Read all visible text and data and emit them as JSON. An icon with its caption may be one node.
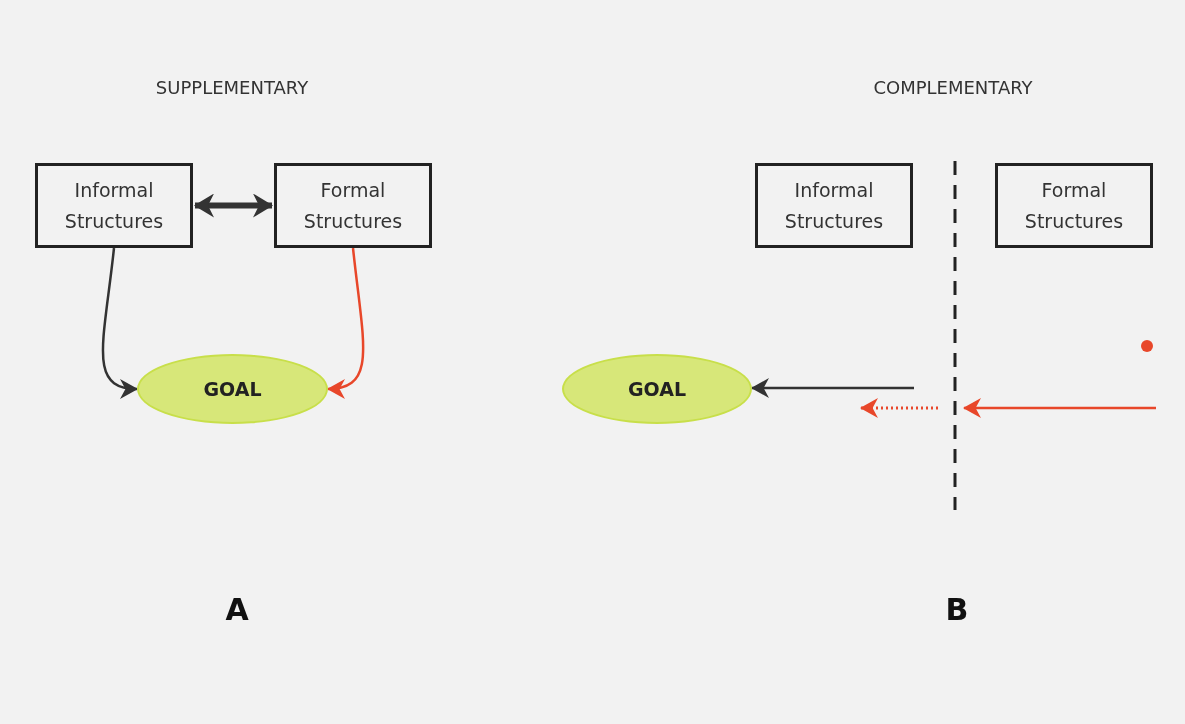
{
  "diagram": {
    "nodes": [
      {
        "text": [
          "Informal Structures"
        ]
      },
      {
        "text": [
          "Formal Structures"
        ]
      },
      {
        "text": [
          "GOAL"
        ]
      },
      {
        "text": [
          "Informal Structures"
        ]
      },
      {
        "text": [
          "Formal Structures"
        ]
      },
      {
        "text": [
          "GOAL"
        ]
      }
    ],
    "edges": [
      {
        "from": 0,
        "to": 1,
        "arrow": "both",
        "style": "thick"
      },
      {
        "from": 0,
        "to": 2,
        "arrow": "to"
      },
      {
        "from": 1,
        "to": 2,
        "arrow": "to",
        "color": "#e8472a"
      },
      {
        "from": null,
        "to": 5,
        "arrow": "to"
      }
    ],
    "labels": [
      "SUPPLEMENTARY",
      "COMPLEMENTARY",
      "A",
      "B"
    ]
  }
}
